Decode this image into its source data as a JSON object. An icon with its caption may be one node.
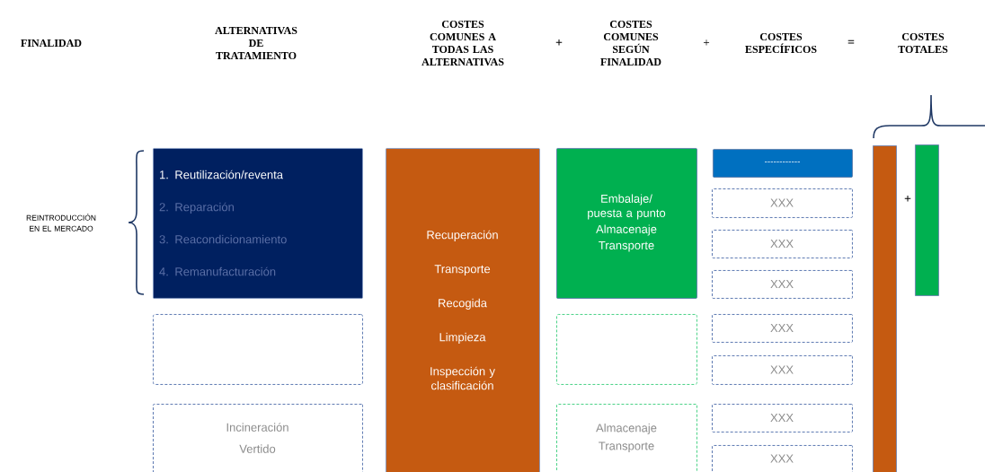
{
  "diagram": {
    "nodes": [
      {
        "text": [
          "1. Reutilización/reventa",
          "2. Reparación",
          "3. Reacondicionamiento",
          "4. Remanufacturación"
        ]
      },
      {
        "text": [],
        "shape": "box"
      },
      {
        "text": [
          "Incineración",
          "Vertido"
        ]
      },
      {
        "text": [
          "Recuperación",
          "Transporte",
          "Recogida",
          "Limpieza",
          "Inspección y clasificación"
        ]
      },
      {
        "text": [
          "Embalaje/ puesta a punto",
          "Almacenaje",
          "Transporte"
        ]
      },
      {
        "text": [],
        "shape": "box"
      },
      {
        "text": [
          "Almacenaje",
          "Transporte"
        ]
      },
      {
        "text": [
          "------------"
        ]
      },
      {
        "text": [
          "XXX"
        ]
      },
      {
        "text": [
          "XXX"
        ]
      },
      {
        "text": [
          "XXX"
        ]
      },
      {
        "text": [
          "XXX"
        ]
      },
      {
        "text": [
          "XXX"
        ]
      },
      {
        "text": [
          "XXX"
        ]
      },
      {
        "text": [
          "XXX"
        ]
      },
      {
        "text": [],
        "shape": "bar"
      },
      {
        "text": [],
        "shape": "bar"
      }
    ],
    "labels": [
      "FINALIDAD",
      "ALTERNATIVAS DE TRATAMIENTO",
      "COSTES COMUNES A TODAS LAS ALTERNATIVAS",
      "+",
      "COSTES COMUNES SEGÚN FINALIDAD",
      "+",
      "COSTES ESPECÍFICOS",
      "=",
      "COSTES TOTALES",
      "REINTRODUCCIÓN EN EL MERCADO",
      "+"
    ]
  }
}
